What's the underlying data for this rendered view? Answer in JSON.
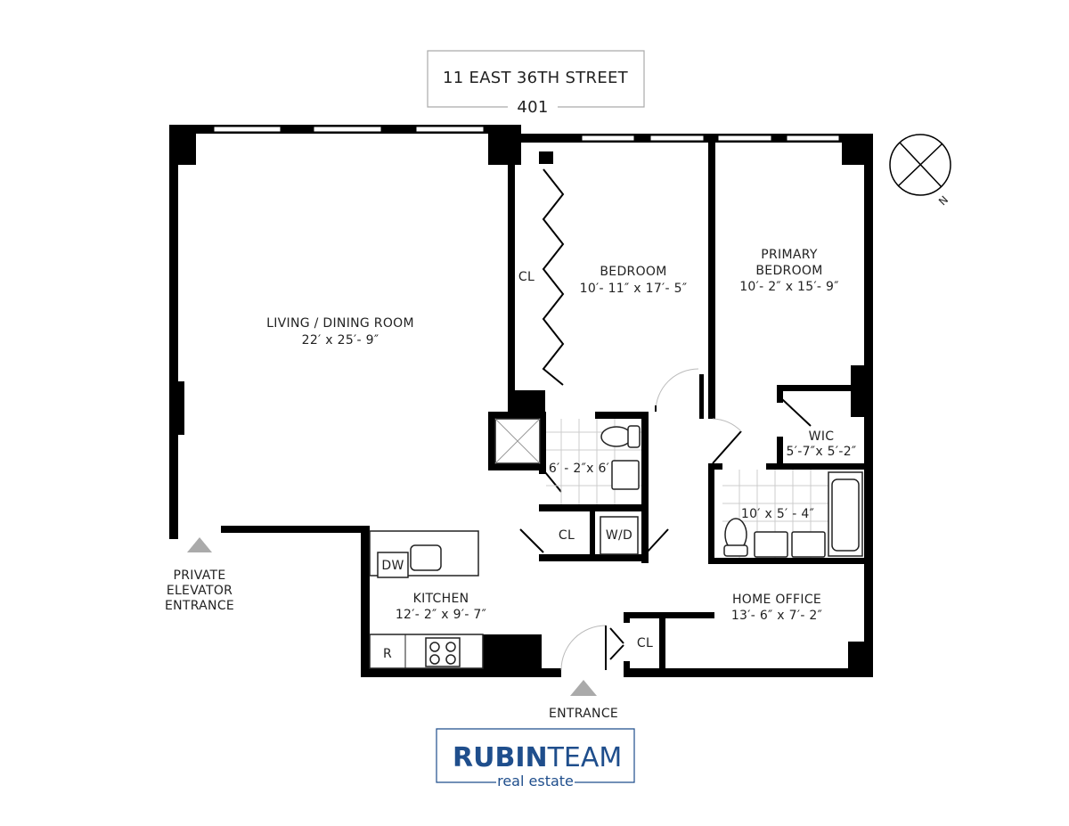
{
  "header": {
    "address": "11 EAST 36TH STREET",
    "unit": "401"
  },
  "rooms": {
    "living": {
      "name": "LIVING / DINING ROOM",
      "dims": "22′ x 25′- 9″"
    },
    "bedroom": {
      "name": "BEDROOM",
      "dims": "10′- 11″ x 17′- 5″"
    },
    "bedroom_closet": {
      "name": "CL"
    },
    "primary": {
      "name_line1": "PRIMARY",
      "name_line2": "BEDROOM",
      "dims": "10′- 2″ x 15′- 9″"
    },
    "wic": {
      "name": "WIC",
      "dims": "5′-7″x 5′-2″"
    },
    "bath1": {
      "dims": "6′ - 2″x 6′"
    },
    "bath2": {
      "dims": "10′ x 5′ - 4″"
    },
    "hall_closet": {
      "name": "CL"
    },
    "washer_dryer": {
      "name": "W/D"
    },
    "kitchen": {
      "name": "KITCHEN",
      "dims": "12′- 2″ x 9′- 7″"
    },
    "dishwasher": {
      "name": "DW"
    },
    "refrigerator": {
      "name": "R"
    },
    "home_office": {
      "name": "HOME OFFICE",
      "dims": "13′- 6″ x 7′- 2″"
    },
    "office_closet": {
      "name": "CL"
    }
  },
  "entrances": {
    "elevator_line1": "PRIVATE",
    "elevator_line2": "ELEVATOR",
    "elevator_line3": "ENTRANCE",
    "main": "ENTRANCE"
  },
  "compass": {
    "label": "N"
  },
  "logo": {
    "bold": "RUBIN",
    "light": "TEAM",
    "sub": "real estate",
    "color": "#1f4e8c"
  }
}
